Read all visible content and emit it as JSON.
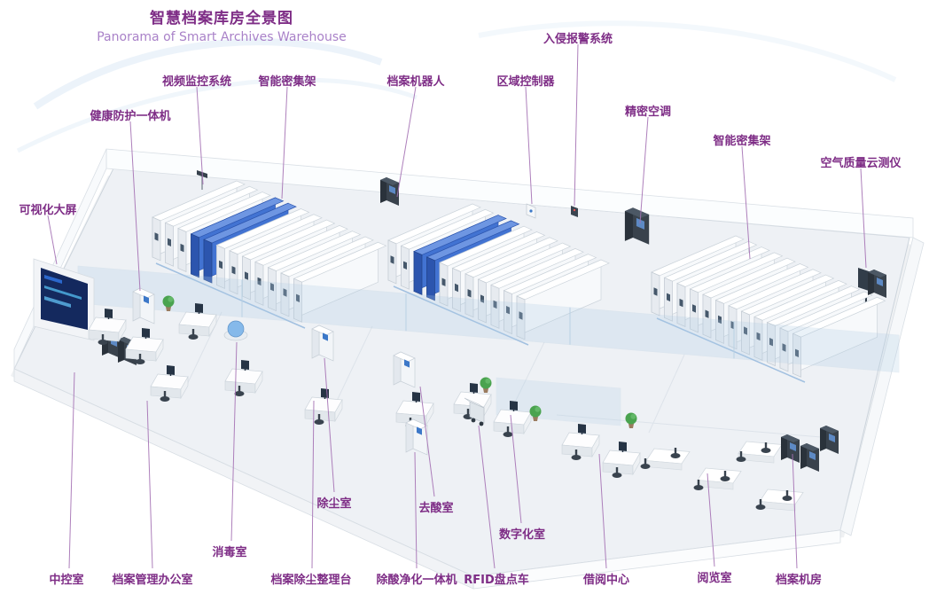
{
  "header": {
    "title": "智慧档案库房全景图",
    "subtitle": "Panorama of Smart Archives Warehouse"
  },
  "labels": {
    "visual_big_screen": "可视化大屏",
    "health_protection": "健康防护一体机",
    "video_surveillance": "视频监控系统",
    "smart_shelving_left": "智能密集架",
    "archive_robot": "档案机器人",
    "zone_controller": "区域控制器",
    "intrusion_alarm": "入侵报警系统",
    "precision_ac": "精密空调",
    "smart_shelving_right": "智能密集架",
    "air_quality_monitor": "空气质量云测仪",
    "central_control_room": "中控室",
    "archives_office": "档案管理办公室",
    "disinfection_room": "消毒室",
    "dust_removal_room": "除尘室",
    "dust_sorting_table": "档案除尘整理台",
    "deacidification_room": "去酸室",
    "deacid_purifier": "除酸净化一体机",
    "rfid_cart": "RFID盘点车",
    "digitization_room": "数字化室",
    "borrowing_center": "借阅中心",
    "reading_room": "阅览室",
    "archives_server_room": "档案机房"
  },
  "colors": {
    "label_purple": "#7e2d86",
    "subtitle_purple": "#a981c8",
    "leader_line": "#a572b4",
    "shelving_blue": "#4273d2",
    "screen_navy": "#14295e",
    "floor": "#eef1f5"
  }
}
